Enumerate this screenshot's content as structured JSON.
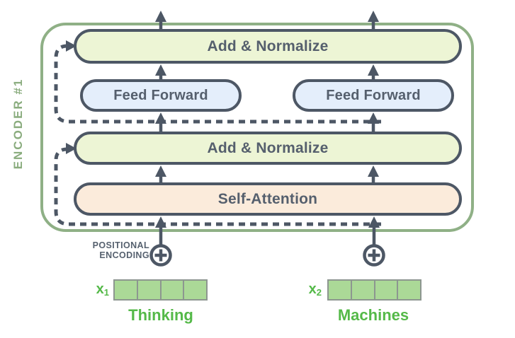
{
  "encoder": {
    "label": "ENCODER #1"
  },
  "layers": {
    "add_normalize_top": "Add & Normalize",
    "feed_forward_left": "Feed Forward",
    "feed_forward_right": "Feed Forward",
    "add_normalize_mid": "Add & Normalize",
    "self_attention": "Self-Attention"
  },
  "positional_encoding": {
    "line1": "POSITIONAL",
    "line2": "ENCODING"
  },
  "inputs": [
    {
      "label": "x",
      "sub": "1",
      "word": "Thinking",
      "cells": 4
    },
    {
      "label": "x",
      "sub": "2",
      "word": "Machines",
      "cells": 4
    }
  ],
  "colors": {
    "encoder_border": "#8fb086",
    "encoder_label_green": "#8aac7e",
    "box_border_slate": "#4d5765",
    "box_text_slate": "#555f6d",
    "add_normalize_fill": "#edf5d5",
    "feed_forward_fill": "#e4eefb",
    "self_attention_fill": "#fbebdb",
    "vector_cell_fill": "#abd997",
    "vector_cell_border": "#8d9690",
    "input_text_green": "#54b948"
  }
}
